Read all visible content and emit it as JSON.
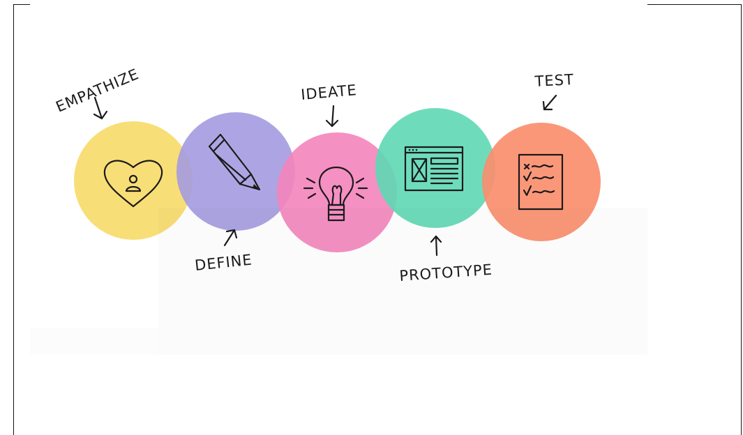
{
  "stages": [
    {
      "label": "EMPATHIZE",
      "icon": "heart-user-icon",
      "color": "#f7db6a"
    },
    {
      "label": "DEFINE",
      "icon": "pencil-icon",
      "color": "#a49be0"
    },
    {
      "label": "IDEATE",
      "icon": "lightbulb-icon",
      "color": "#f484bc"
    },
    {
      "label": "PROTOTYPE",
      "icon": "wireframe-icon",
      "color": "#5ed8b4"
    },
    {
      "label": "TEST",
      "icon": "checklist-icon",
      "color": "#fb8e6e"
    }
  ]
}
